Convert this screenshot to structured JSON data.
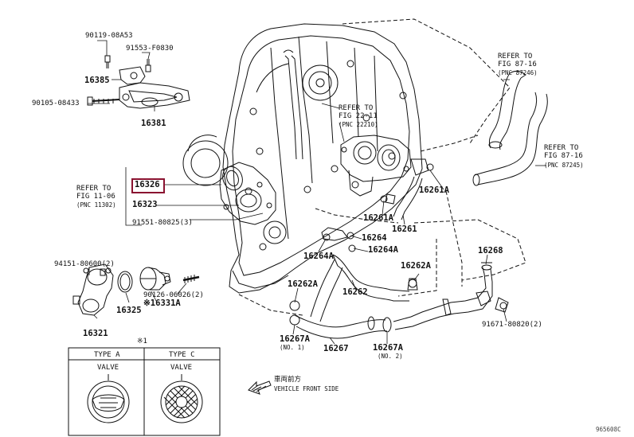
{
  "diagram_id": "965608C",
  "refer_fig87_top": {
    "line1": "REFER TO",
    "line2": "FIG 87-16",
    "line3": "(PNC 87246)"
  },
  "refer_fig22": {
    "line1": "REFER TO",
    "line2": "FIG 22-11",
    "line3": "(PNC 22210)"
  },
  "refer_fig87_right": {
    "line1": "REFER TO",
    "line2": "FIG 87-16",
    "line3": "(PNC 87245)"
  },
  "refer_fig11": {
    "line1": "REFER TO",
    "line2": "FIG 11-06",
    "line3": "(PNC 11302)"
  },
  "parts": {
    "p90119": "90119-08A53",
    "p91553": "91553-F0830",
    "p16385": "16385",
    "p90105": "90105-08433",
    "p16381": "16381",
    "p16326": "16326",
    "p16323": "16323",
    "p91551": "91551-80825(3)",
    "p94151": "94151-80600(2)",
    "p90126": "90126-06026(2)",
    "p16331A": "※16331A",
    "p16325": "16325",
    "p16321": "16321",
    "p16261A_right": "16261A",
    "p16261A_left": "16261A",
    "p16261": "16261",
    "p16264": "16264",
    "p16264A_left": "16264A",
    "p16264A_right": "16264A",
    "p16262A_right": "16262A",
    "p16262A_left": "16262A",
    "p16262": "16262",
    "p16268": "16268",
    "p91671": "91671-80820(2)",
    "p16267A_no1": "16267A",
    "no1": "(NO. 1)",
    "p16267A_no2": "16267A",
    "no2": "(NO. 2)",
    "p16267": "16267"
  },
  "footnote_mark": "※1",
  "table": {
    "type_a": "TYPE A",
    "type_c": "TYPE C",
    "valve_a": "VALVE",
    "valve_c": "VALVE"
  },
  "direction": {
    "japanese": "車両前方",
    "english": "VEHICLE FRONT SIDE"
  },
  "highlight_color": "#8a1230"
}
